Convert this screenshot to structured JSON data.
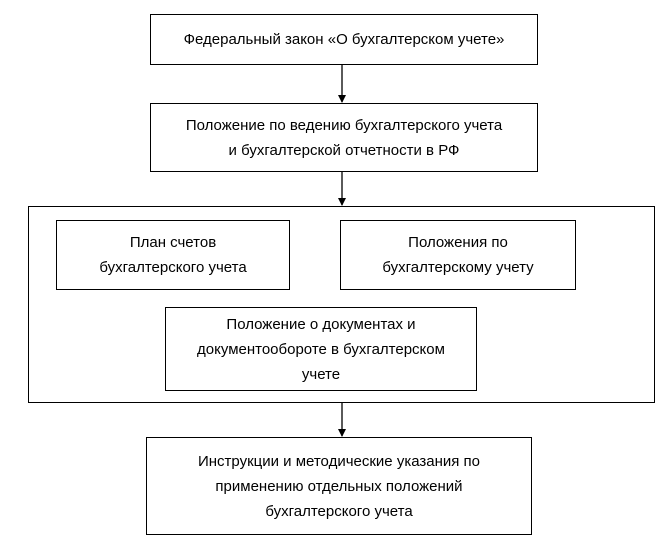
{
  "diagram": {
    "nodes": {
      "federal_law": "Федеральный закон «О бухгалтерском учете»",
      "regulation": "Положение по ведению бухгалтерского учета и бухгалтерской отчетности в РФ",
      "chart_of_accounts": "План счетов бухгалтерского учета",
      "accounting_regulations": "Положения по бухгалтерскому учету",
      "documents_regulation": "Положение о документах и документообороте в бухгалтерском учете",
      "instructions": "Инструкции и методические указания по применению отдельных положений бухгалтерского учета"
    },
    "edges": [
      {
        "from": "federal_law",
        "to": "regulation"
      },
      {
        "from": "regulation",
        "to": "level3-group"
      },
      {
        "from": "level3-group",
        "to": "instructions"
      }
    ]
  }
}
